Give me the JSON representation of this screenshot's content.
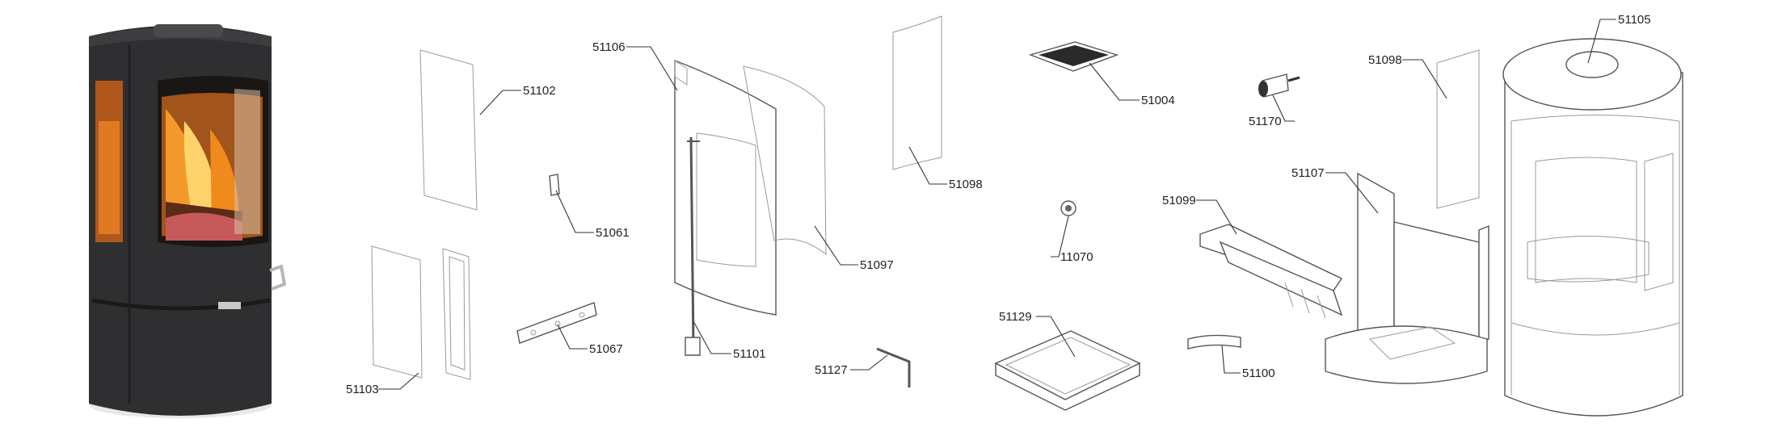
{
  "parts": [
    {
      "number": "51102"
    },
    {
      "number": "51103"
    },
    {
      "number": "51061"
    },
    {
      "number": "51067"
    },
    {
      "number": "51106"
    },
    {
      "number": "51101"
    },
    {
      "number": "51097"
    },
    {
      "number": "51098"
    },
    {
      "number": "51127"
    },
    {
      "number": "51004"
    },
    {
      "number": "11070"
    },
    {
      "number": "51129"
    },
    {
      "number": "51170"
    },
    {
      "number": "51099"
    },
    {
      "number": "51100"
    },
    {
      "number": "51107"
    },
    {
      "number": "51098"
    },
    {
      "number": "51105"
    }
  ],
  "colors": {
    "stove_body": "#2f2f31",
    "fire": "#f08a1c",
    "line": "#333333",
    "background": "#ffffff"
  }
}
